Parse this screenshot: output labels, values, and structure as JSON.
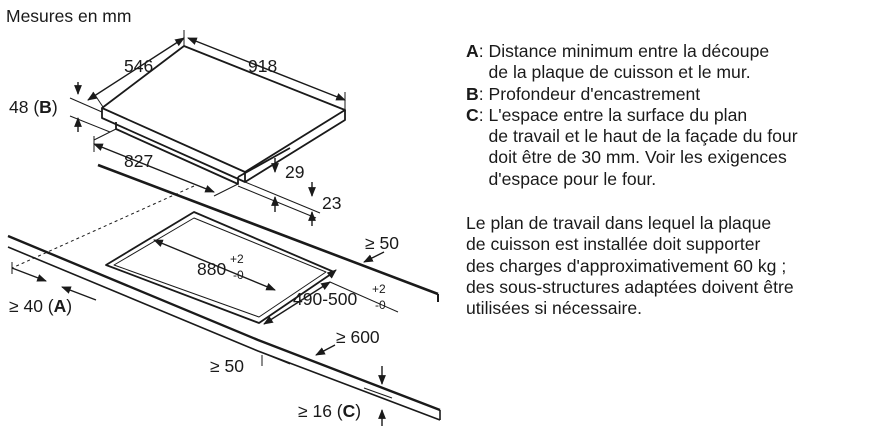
{
  "diagram": {
    "title": "Mesures en mm",
    "dims": {
      "depth": "546",
      "width": "918",
      "frame_depth": "827",
      "frame_height": "29",
      "glass_height": "23",
      "b_value": "48",
      "b_key": "B",
      "cutout_width": "880",
      "cutout_width_tol_plus": "+2",
      "cutout_width_tol_minus": "-0",
      "cutout_depth": "490-500",
      "cutout_depth_tol_plus": "+2",
      "cutout_depth_tol_minus": "-0",
      "back_clearance": "≥ 50",
      "a_value": "≥ 40",
      "a_key": "A",
      "side_clearance": "≥ 600",
      "front_clearance": "≥ 50",
      "c_value": "≥ 16",
      "c_key": "C"
    }
  },
  "legend": [
    {
      "key": "A",
      "text": "Distance minimum entre la découpe\nde la plaque de cuisson et le mur."
    },
    {
      "key": "B",
      "text": "Profondeur d'encastrement"
    },
    {
      "key": "C",
      "text": "L'espace entre la surface du plan\nde travail et le haut de la façade du four\ndoit être de 30 mm. Voir les exigences\nd'espace pour le four."
    }
  ],
  "note": "Le plan de travail dans lequel la plaque\nde cuisson est installée doit supporter\ndes charges d'approximativement 60 kg ;\ndes sous-structures adaptées doivent être\nutilisées si nécessaire."
}
